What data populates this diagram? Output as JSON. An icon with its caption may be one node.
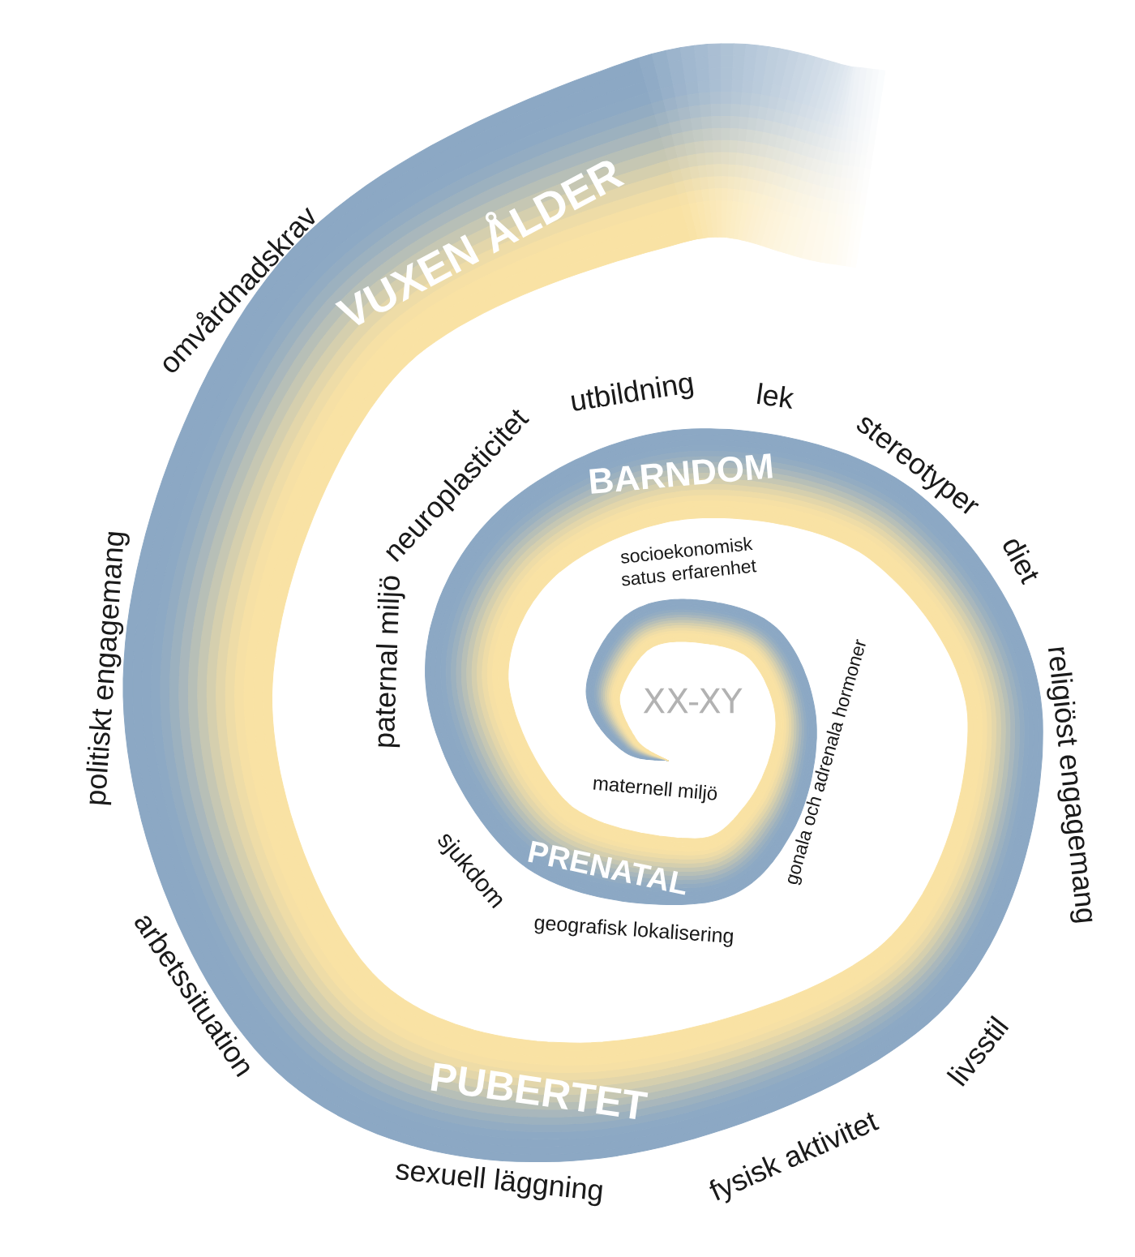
{
  "diagram": {
    "labels": [
      "XX-XY",
      "maternell miljö",
      "socioekonomisk satus erfarenhet",
      "gonala och adrenala hormoner",
      "PRENATAL",
      "geografisk lokalisering",
      "sjukdom",
      "paternal miljö",
      "neuroplasticitet",
      "utbildning",
      "BARNDOM",
      "lek",
      "stereotyper",
      "diet",
      "religiöst engagemang",
      "livsstil",
      "fysisk aktivitet",
      "PUBERTET",
      "sexuell läggning",
      "arbetssituation",
      "politiskt engagemang",
      "omvårdnadskrav",
      "VUXEN ÅLDER"
    ]
  }
}
